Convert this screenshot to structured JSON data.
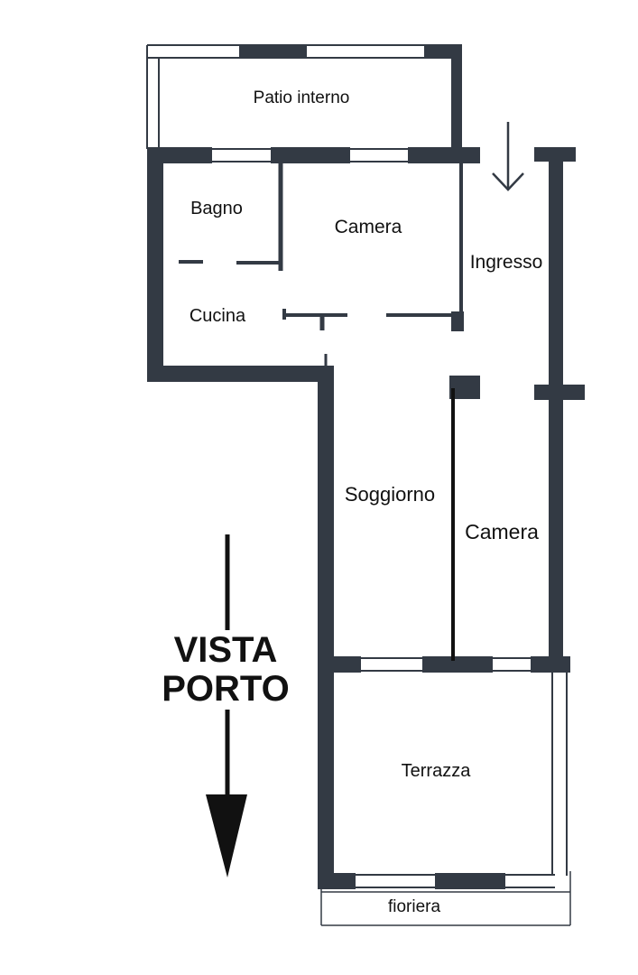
{
  "rooms": {
    "patio_interno": "Patio interno",
    "bagno": "Bagno",
    "camera_1": "Camera",
    "ingresso": "Ingresso",
    "cucina": "Cucina",
    "soggiorno": "Soggiorno",
    "camera_2": "Camera",
    "terrazza": "Terrazza",
    "fioriera": "fioriera"
  },
  "view_label": {
    "line1": "VISTA",
    "line2": "PORTO"
  },
  "colors": {
    "wall": "#333a44",
    "ink": "#111111",
    "background": "#ffffff"
  }
}
